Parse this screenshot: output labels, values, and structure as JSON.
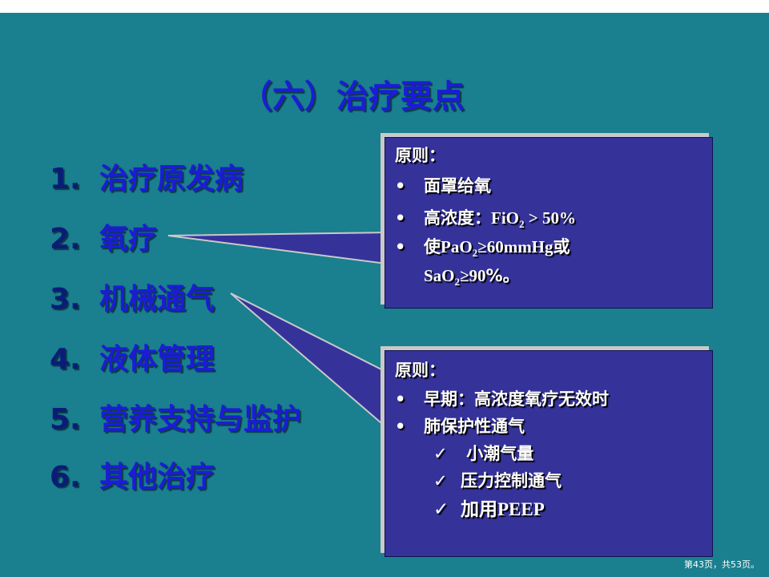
{
  "title": "（六）治疗要点",
  "items": [
    {
      "num": "1.",
      "label": "治疗原发病"
    },
    {
      "num": "2.",
      "label": "氧疗"
    },
    {
      "num": "3.",
      "label": "机械通气"
    },
    {
      "num": "4.",
      "label": "液体管理"
    },
    {
      "num": "5.",
      "label": "营养支持与监护"
    },
    {
      "num": "6.",
      "label": "其他治疗"
    }
  ],
  "callout_oxygen": {
    "heading": "原则：",
    "bullet_symbol": "•",
    "line1": "面罩给氧",
    "line2_text": "高浓度：",
    "line2_formula_a": "FiO",
    "line2_sub": "2",
    "line2_formula_b": " > 50%",
    "line3_prefix": "使",
    "line3_pao": "PaO",
    "line3_sub": "2",
    "line3_value": "≥60mmHg",
    "line3_or": "或",
    "line4_sao": "SaO",
    "line4_sub": "2",
    "line4_value": "≥90",
    "line4_suffix": "%。"
  },
  "callout_ventilation": {
    "heading": "原则：",
    "bullet_symbol": "•",
    "check_symbol": "✓",
    "line1": "早期：高浓度氧疗无效时",
    "line2": "肺保护性通气",
    "check1": " 小潮气量",
    "check2": "压力控制通气",
    "check3_prefix": "加用",
    "check3_term": "PEEP"
  },
  "footer": "第43页，共53页。",
  "colors": {
    "background": "#1a7f8e",
    "title_text": "#1c1cd6",
    "number_text": "#0a1c78",
    "callout_fill": "#35339a",
    "callout_text": "#ffffff"
  }
}
